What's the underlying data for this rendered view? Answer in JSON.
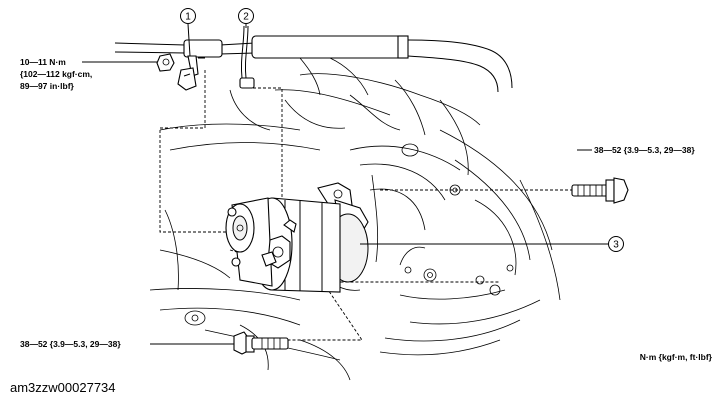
{
  "callouts": [
    {
      "number": "1"
    },
    {
      "number": "2"
    },
    {
      "number": "3"
    }
  ],
  "torque_labels": {
    "top_left": [
      "10—11 N·m",
      "{102—112 kgf·cm,",
      "89—97 in·lbf}"
    ],
    "right_bolt": "38—52 {3.9—5.3, 29—38}",
    "bottom_bolt": "38—52 {3.9—5.3, 29—38}"
  },
  "units_note": "N·m {kgf·m, ft·lbf}",
  "image_code": "am3zzw00027734"
}
